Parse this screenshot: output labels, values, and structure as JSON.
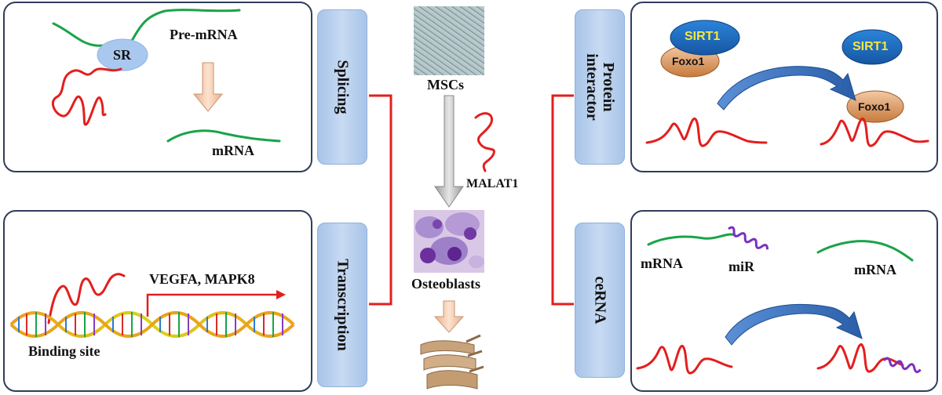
{
  "center": {
    "mscs_label": "MSCs",
    "malat1_label": "MALAT1",
    "osteoblasts_label": "Osteoblasts"
  },
  "tabs": {
    "splicing": "Splicing",
    "transcription": "Transcription",
    "protein_line1": "Protein",
    "protein_line2": "interactor",
    "cerna": "ceRNA"
  },
  "splicing_panel": {
    "sr": "SR",
    "pre_mrna": "Pre-mRNA",
    "mrna": "mRNA"
  },
  "transcription_panel": {
    "genes": "VEGFA, MAPK8",
    "binding_site": "Binding site"
  },
  "protein_panel": {
    "sirt1_a": "SIRT1",
    "foxo1_a": "Foxo1",
    "sirt1_b": "SIRT1",
    "foxo1_b": "Foxo1"
  },
  "cerna_panel": {
    "mrna_left": "mRNA",
    "mir": "miR",
    "mrna_right": "mRNA"
  },
  "colors": {
    "rna_red": "#e41e1e",
    "mrna_green": "#1aa34a",
    "mir_purple": "#7b2fbf",
    "arrow_peach": "#f5c7a7",
    "sirt1_blue": "#1f6fc4",
    "foxo1_orange": "#d98b4c",
    "label_yellow": "#f5e642",
    "tab_blue": "#b7cff0"
  }
}
